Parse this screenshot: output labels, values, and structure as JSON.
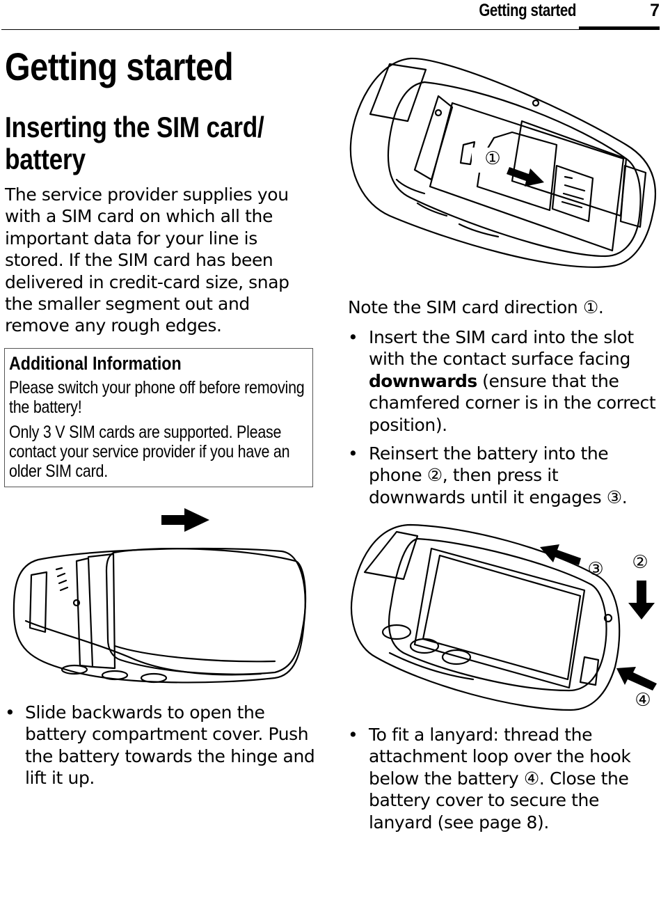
{
  "header": {
    "section": "Getting started",
    "page_number": "7"
  },
  "title": "Getting started",
  "subtitle": "Inserting the SIM card/ battery",
  "intro": "The service provider supplies you with a SIM card on which all the important data for your line is stored. If the SIM card has been delivered in credit-card size, snap the smaller segment out and remove any rough edges.",
  "info_box": {
    "title": "Additional Information",
    "p1": "Please switch your phone off before removing the battery!",
    "p2": "Only 3 V SIM cards are supported. Please contact your service provider if you have an older SIM card."
  },
  "left_bullet": "Slide backwards to open the battery compartment cover. Push the battery towards the hinge and lift it up.",
  "note": "Note the SIM card direction ①.",
  "right_bullets": {
    "b1_before": "Insert the SIM card into the slot with the contact surface facing ",
    "b1_bold": "downwards",
    "b1_after": " (ensure that the chamfered corner is in the correct position).",
    "b2": "Reinsert the battery into the phone ②, then press it downwards until it engages ③.",
    "b3": "To fit a lanyard: thread the attachment loop over the hook below the battery ④. Close the battery cover to secure the lanyard (see page 8)."
  },
  "callouts": {
    "c1": "①",
    "c2": "②",
    "c3": "③",
    "c4": "④"
  },
  "bullet_glyph": "•"
}
